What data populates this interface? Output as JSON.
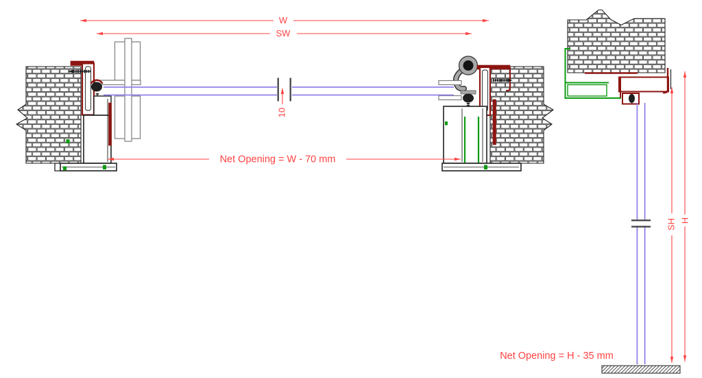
{
  "plan_section": {
    "width_dim_label": "W",
    "sash_width_dim_label": "SW",
    "glass_gap_dim_label": "10",
    "net_opening_label": "Net Opening = W - 70 mm"
  },
  "vertical_section": {
    "height_dim_label": "H",
    "sash_height_dim_label": "SH",
    "net_opening_label": "Net Opening = H - 35 mm"
  },
  "colors": {
    "dimension_red": "#ff4242",
    "profile_maroon": "#8c1511",
    "profile_green": "#0d9b12",
    "glass_purple": "#9181ea",
    "detail_grey": "#7d7d7d",
    "outline_black": "#1f1f1f",
    "brick_line": "#2e2e2e",
    "background": "#ffffff"
  }
}
